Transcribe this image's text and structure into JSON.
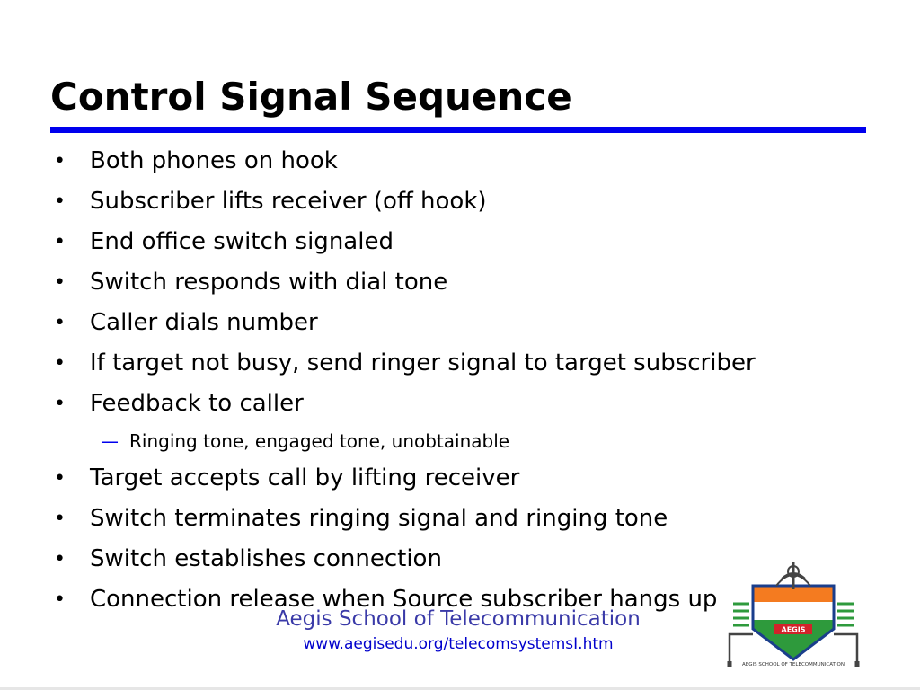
{
  "slide": {
    "title": "Control Signal Sequence",
    "items": [
      {
        "level": 1,
        "marker": "•",
        "text": "Both phones on hook"
      },
      {
        "level": 1,
        "marker": "•",
        "text": "Subscriber lifts receiver (off hook)"
      },
      {
        "level": 1,
        "marker": "•",
        "text": "End office switch signaled"
      },
      {
        "level": 1,
        "marker": "•",
        "text": "Switch responds with dial tone"
      },
      {
        "level": 1,
        "marker": "•",
        "text": "Caller dials number"
      },
      {
        "level": 1,
        "marker": "•",
        "text": "If target not busy, send ringer signal to target subscriber"
      },
      {
        "level": 1,
        "marker": "•",
        "text": "Feedback to caller"
      },
      {
        "level": 2,
        "marker": "—",
        "text": "Ringing tone, engaged tone, unobtainable"
      },
      {
        "level": 1,
        "marker": "•",
        "text": "Target accepts call by lifting receiver"
      },
      {
        "level": 1,
        "marker": "•",
        "text": "Switch terminates ringing signal and ringing tone"
      },
      {
        "level": 1,
        "marker": "•",
        "text": "Switch establishes connection"
      },
      {
        "level": 1,
        "marker": "•",
        "text": "Connection release when Source subscriber hangs up"
      }
    ]
  },
  "footer": {
    "school": "Aegis School of Telecommunication",
    "url": "www.aegisedu.org/telecomsystemsI.htm"
  },
  "logo": {
    "icon": "aegis-shield-logo-icon",
    "badge": "AEGIS",
    "caption": "AEGIS SCHOOL OF TELECOMMUNICATION",
    "colors": {
      "saffron": "#f47b20",
      "green": "#2e9a3c",
      "red": "#d2232a",
      "blue": "#1a3e8c",
      "wire": "#444444"
    }
  },
  "colors": {
    "accent_rule": "#0000ee",
    "footer_school": "#3a3aa8",
    "footer_url": "#0000cc"
  }
}
